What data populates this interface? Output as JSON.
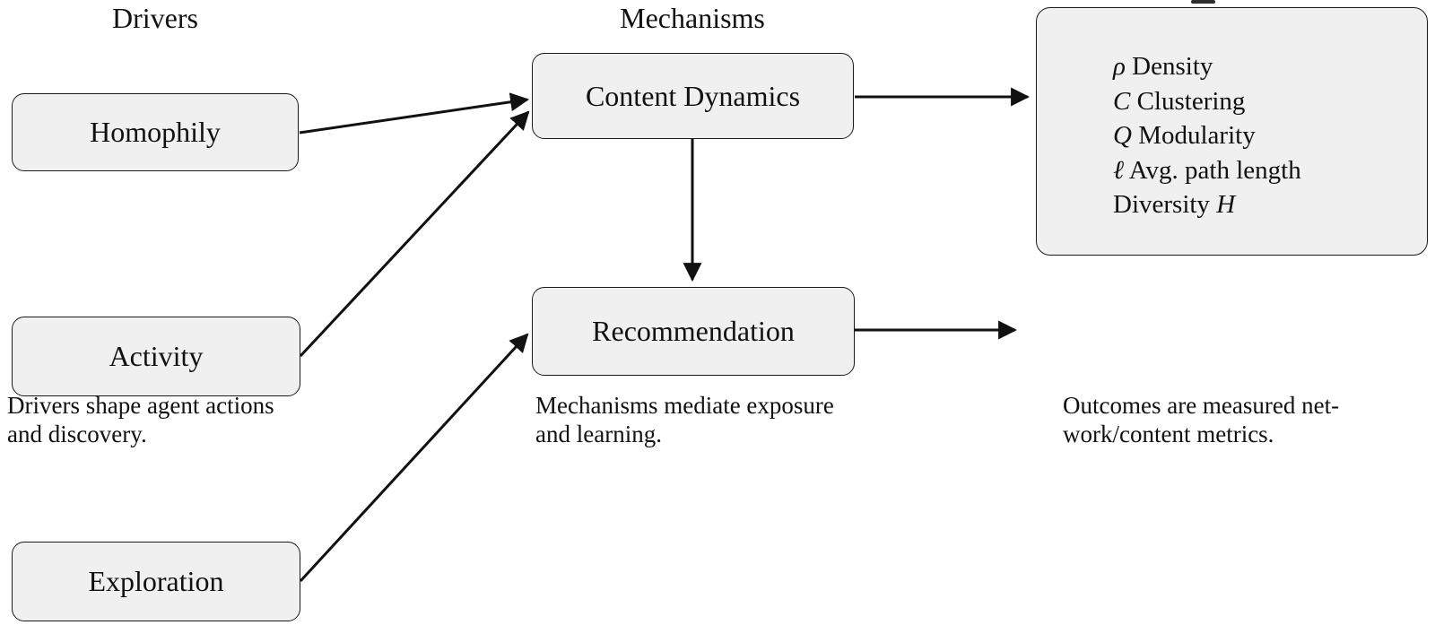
{
  "headers": {
    "drivers": "Drivers",
    "mechanisms": "Mechanisms"
  },
  "nodes": {
    "homophily": "Homophily",
    "activity": "Activity",
    "exploration": "Exploration",
    "content_dynamics": "Content Dynamics",
    "recommendation": "Recommendation"
  },
  "outcomes": {
    "lines": [
      {
        "sym": "ρ",
        "label": "Density"
      },
      {
        "sym": "C",
        "label": "Clustering"
      },
      {
        "sym": "Q",
        "label": "Modularity"
      },
      {
        "sym": "ℓ",
        "label": "Avg. path length"
      },
      {
        "label": "Diversity",
        "sym": "H"
      }
    ]
  },
  "captions": {
    "drivers": [
      "Drivers shape agent actions",
      "and discovery."
    ],
    "mechanisms": [
      "Mechanisms mediate exposure",
      "and learning."
    ],
    "outcomes": [
      "Outcomes are measured net-",
      "work/content metrics."
    ]
  },
  "colors": {
    "box_fill": "#f0f0f0",
    "box_border": "#1b1b1b",
    "arrow": "#111111",
    "text": "#111111"
  }
}
